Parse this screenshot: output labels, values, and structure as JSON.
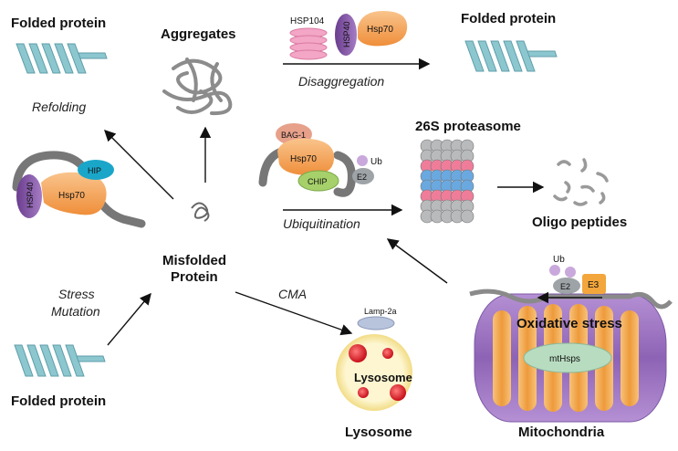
{
  "labels": {
    "folded_protein_top_left": "Folded protein",
    "refolding": "Refolding",
    "aggregates": "Aggregates",
    "hsp104": "HSP104",
    "hsp40_top": "HSP40",
    "hsp70_top": "Hsp70",
    "disaggregation": "Disaggregation",
    "folded_protein_top_right": "Folded protein",
    "bag1": "BAG-1",
    "hsp70_mid": "Hsp70",
    "chip": "CHIP",
    "ub_mid": "Ub",
    "e2_mid": "E2",
    "ubiquitination": "Ubiquitination",
    "proteasome_26s": "26S proteasome",
    "oligo_peptides": "Oligo peptides",
    "hip": "HIP",
    "hsp70_left": "Hsp70",
    "hsp40_left": "HSP40",
    "misfolded_line1": "Misfolded",
    "misfolded_line2": "Protein",
    "stress": "Stress",
    "mutation": "Mutation",
    "cma": "CMA",
    "lamp2a": "Lamp-2a",
    "lysosome_inner": "Lysosome",
    "lysosome_caption": "Lysosome",
    "folded_protein_bottom_left": "Folded protein",
    "ub_mito": "Ub",
    "e2_mito": "E2",
    "e3_mito": "E3",
    "oxidative_stress": "Oxidative stress",
    "mthsps": "mtHsps",
    "mitochondria": "Mitochondria"
  },
  "colors": {
    "helix": "#7fc0c9",
    "hsp70": "#f5a25a",
    "hsp40": "#8a5ba8",
    "hip": "#1aa6c9",
    "chip": "#a6d06a",
    "bag1": "#e7a08a",
    "e2": "#9ea3a8",
    "ub": "#c9a8dc",
    "hsp104": "#f3a6c6",
    "proteasome_blue": "#6aa8e0",
    "proteasome_pink": "#ef7d9a",
    "proteasome_gray": "#b9babc",
    "lysosome_outer": "#f7e9a8",
    "lysosome_dot": "#d8202a",
    "mito_purple": "#a07bc4",
    "mito_orange": "#f2a64a",
    "e3": "#f2a63c",
    "mthsps": "#b8dcc0",
    "chain": "#8a8a8a"
  }
}
